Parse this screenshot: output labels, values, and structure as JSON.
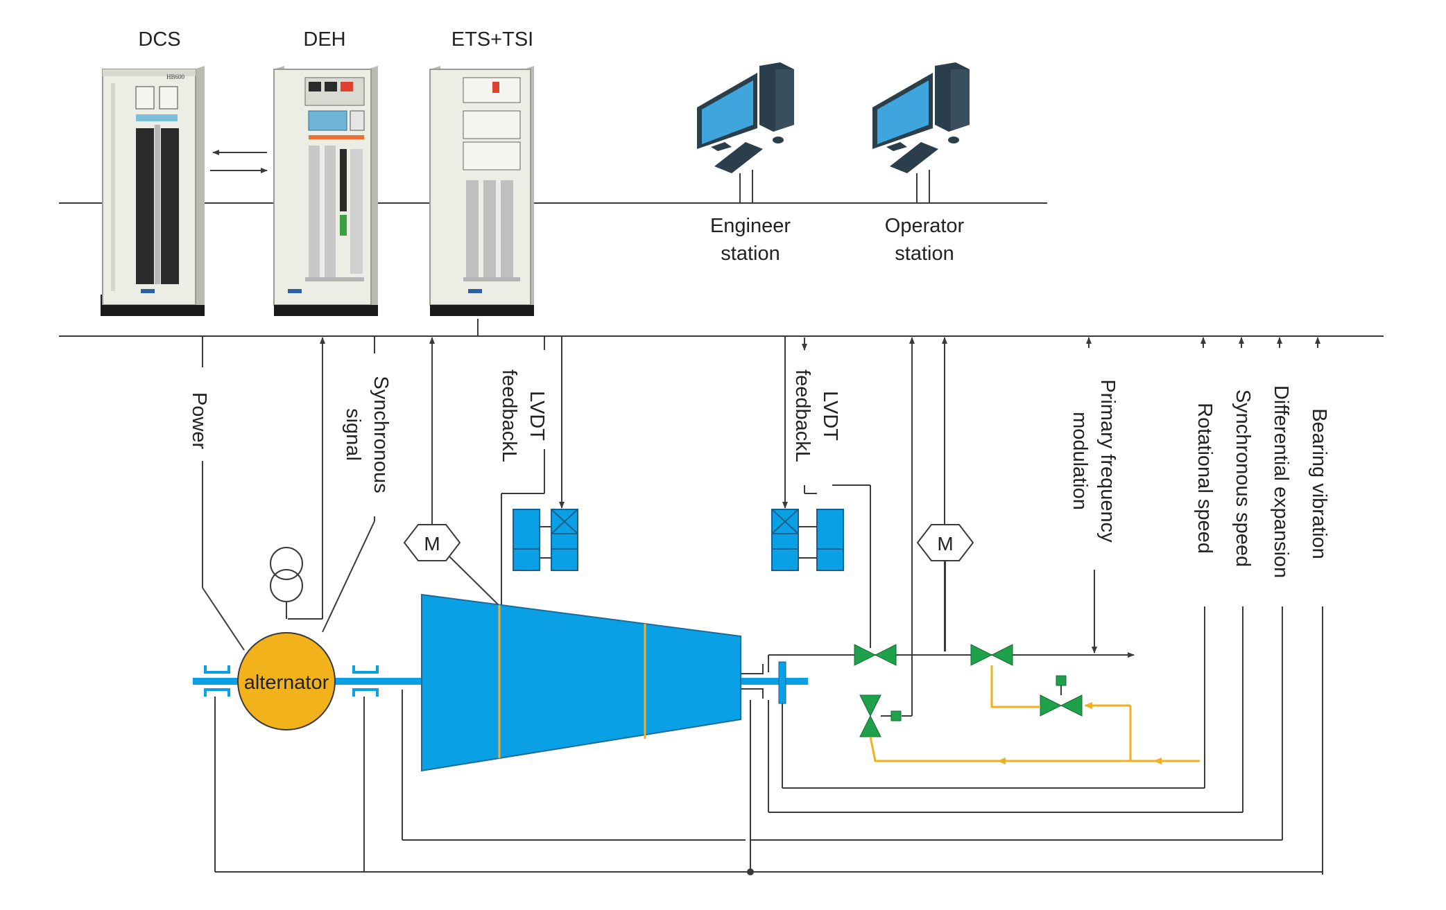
{
  "colors": {
    "turbine_blue": "#0aa0e6",
    "alternator_gold": "#f2b21b",
    "valve_green": "#1fa04a",
    "oil_line": "#f0b020",
    "line_gray": "#3a3a3a",
    "cabinet": "#ecede4"
  },
  "cabinets": [
    {
      "label": "DCS",
      "icon": "control-cabinet-icon"
    },
    {
      "label": "DEH",
      "icon": "control-cabinet-icon"
    },
    {
      "label": "ETS+TSI",
      "icon": "control-cabinet-icon"
    }
  ],
  "workstations": [
    {
      "label_line1": "Engineer",
      "label_line2": "station",
      "icon": "desktop-computer-icon"
    },
    {
      "label_line1": "Operator",
      "label_line2": "station",
      "icon": "desktop-computer-icon"
    }
  ],
  "signals": {
    "power": "Power",
    "synchronous_signal_line1": "Synchronous",
    "synchronous_signal_line2": "signal",
    "lvdt1_line1": "LVDT",
    "lvdt1_line2": "feedbackL",
    "lvdt2_line1": "LVDT",
    "lvdt2_line2": "feedbackL",
    "primary_freq_line1": "Primary frequency",
    "primary_freq_line2": "modulation",
    "rotational_speed": "Rotational speed",
    "synchronous_speed": "Synchronous speed",
    "differential_expansion": "Differential expansion",
    "bearing_vibration": "Bearing vibration"
  },
  "equipment": {
    "alternator": "alternator",
    "motor_left": "M",
    "motor_right": "M",
    "transformer_icon": "transformer-icon",
    "turbine_icon": "steam-turbine-icon",
    "valve_icon": "valve-icon"
  }
}
